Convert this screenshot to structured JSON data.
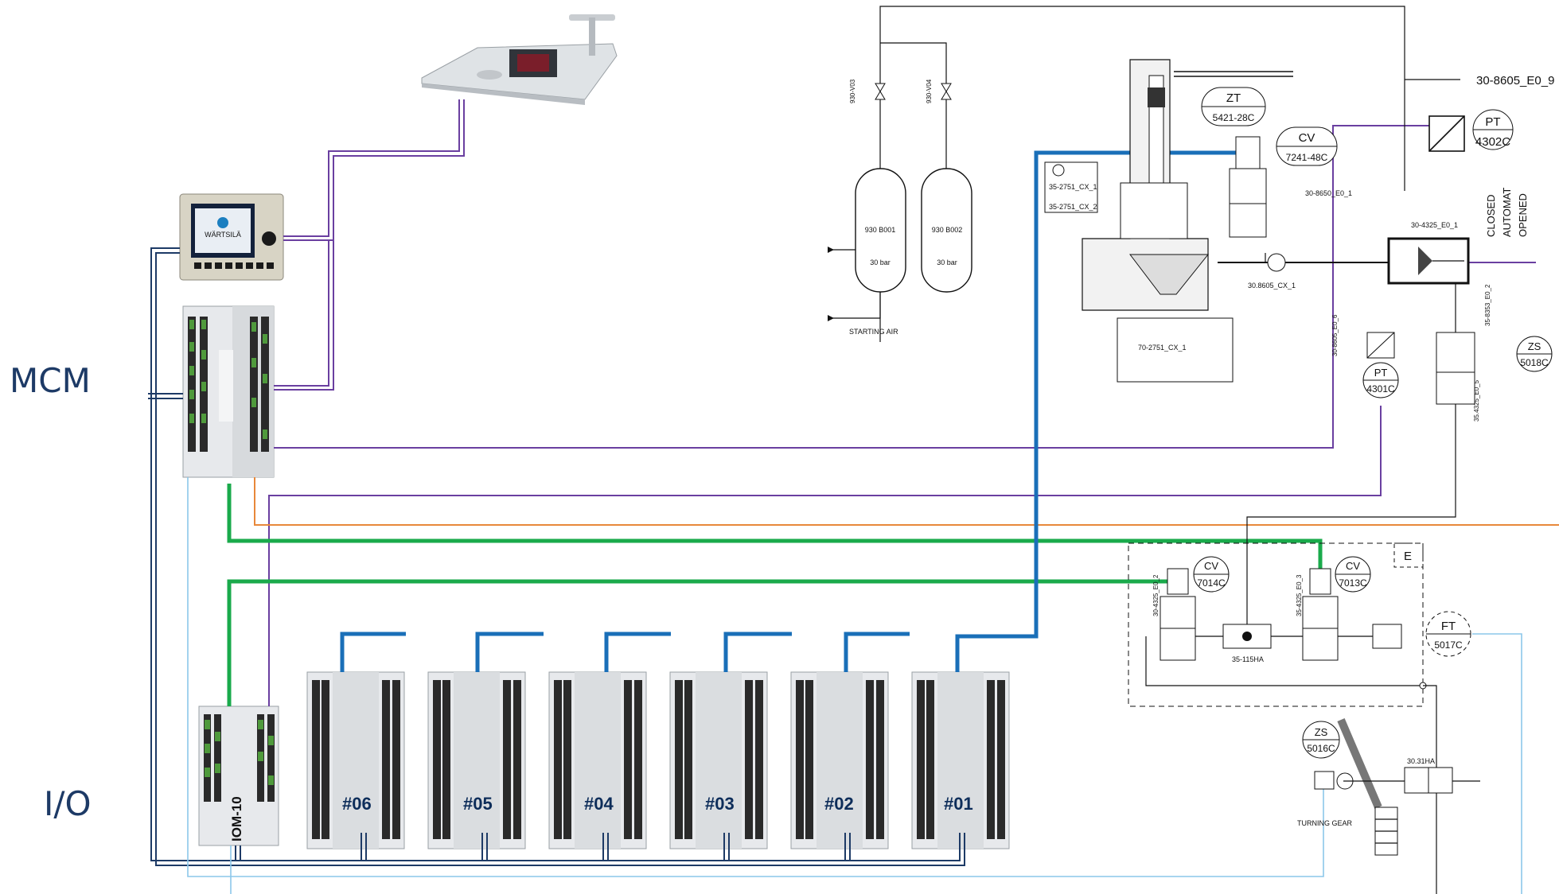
{
  "labels": {
    "mcm": "MCM",
    "io": "I/O",
    "iom": "IOM-10",
    "display_brand": "WÄRTSILÄ",
    "starting_air": "STARTING AIR",
    "turning_gear": "TURNING GEAR",
    "closed": "CLOSED",
    "automat": "AUTOMAT",
    "opened": "OPENED",
    "box_e": "E"
  },
  "modules": [
    {
      "number": "#06"
    },
    {
      "number": "#05"
    },
    {
      "number": "#04"
    },
    {
      "number": "#03"
    },
    {
      "number": "#02"
    },
    {
      "number": "#01"
    }
  ],
  "vessels": [
    {
      "id": "930 B001",
      "pressure": "30 bar",
      "valve": "930-V03"
    },
    {
      "id": "930 B002",
      "pressure": "30 bar",
      "valve": "930-V04"
    }
  ],
  "instruments": {
    "zt": {
      "type": "ZT",
      "id": "5421-28C"
    },
    "cv_top": {
      "type": "CV",
      "id": "7241-48C"
    },
    "pt_top": {
      "type": "PT",
      "id": "4302C"
    },
    "pt_mid": {
      "type": "PT",
      "id": "4301C"
    },
    "zs_right": {
      "type": "ZS",
      "id": "5018C"
    },
    "cv_left": {
      "type": "CV",
      "id": "7014C"
    },
    "cv_right": {
      "type": "CV",
      "id": "7013C"
    },
    "ft": {
      "type": "FT",
      "id": "5017C"
    },
    "zs_bottom": {
      "type": "ZS",
      "id": "5016C"
    }
  },
  "tags": {
    "t_top_right": "30-8605_E0_9",
    "t_cx1": "35-2751_CX_1",
    "t_cx2": "35-2751_CX_2",
    "t_8650": "30-8650_E0_1",
    "t_8605cx": "30.8605_CX_1",
    "t_8605e06": "30-8605_E0_6",
    "t_4325": "30-4325_E0_1",
    "t_70": "70-2751_CX_1",
    "t_8353": "35-8353_E0_2",
    "t_4325e05": "35.4325_E0_5",
    "t_4325e02": "30-4325_E0_2",
    "t_4325e03": "35-4325_E0_3",
    "t_115": "35-115HA",
    "t_31ha": "30.31HA"
  },
  "colors": {
    "blue_bus": "#1a6fb8",
    "green_bus": "#1aaa4b",
    "purple_line": "#6a3fa0",
    "orange_line": "#e8883a",
    "lightblue_line": "#8cc7ea",
    "navy_bus": "#1d3a66"
  }
}
